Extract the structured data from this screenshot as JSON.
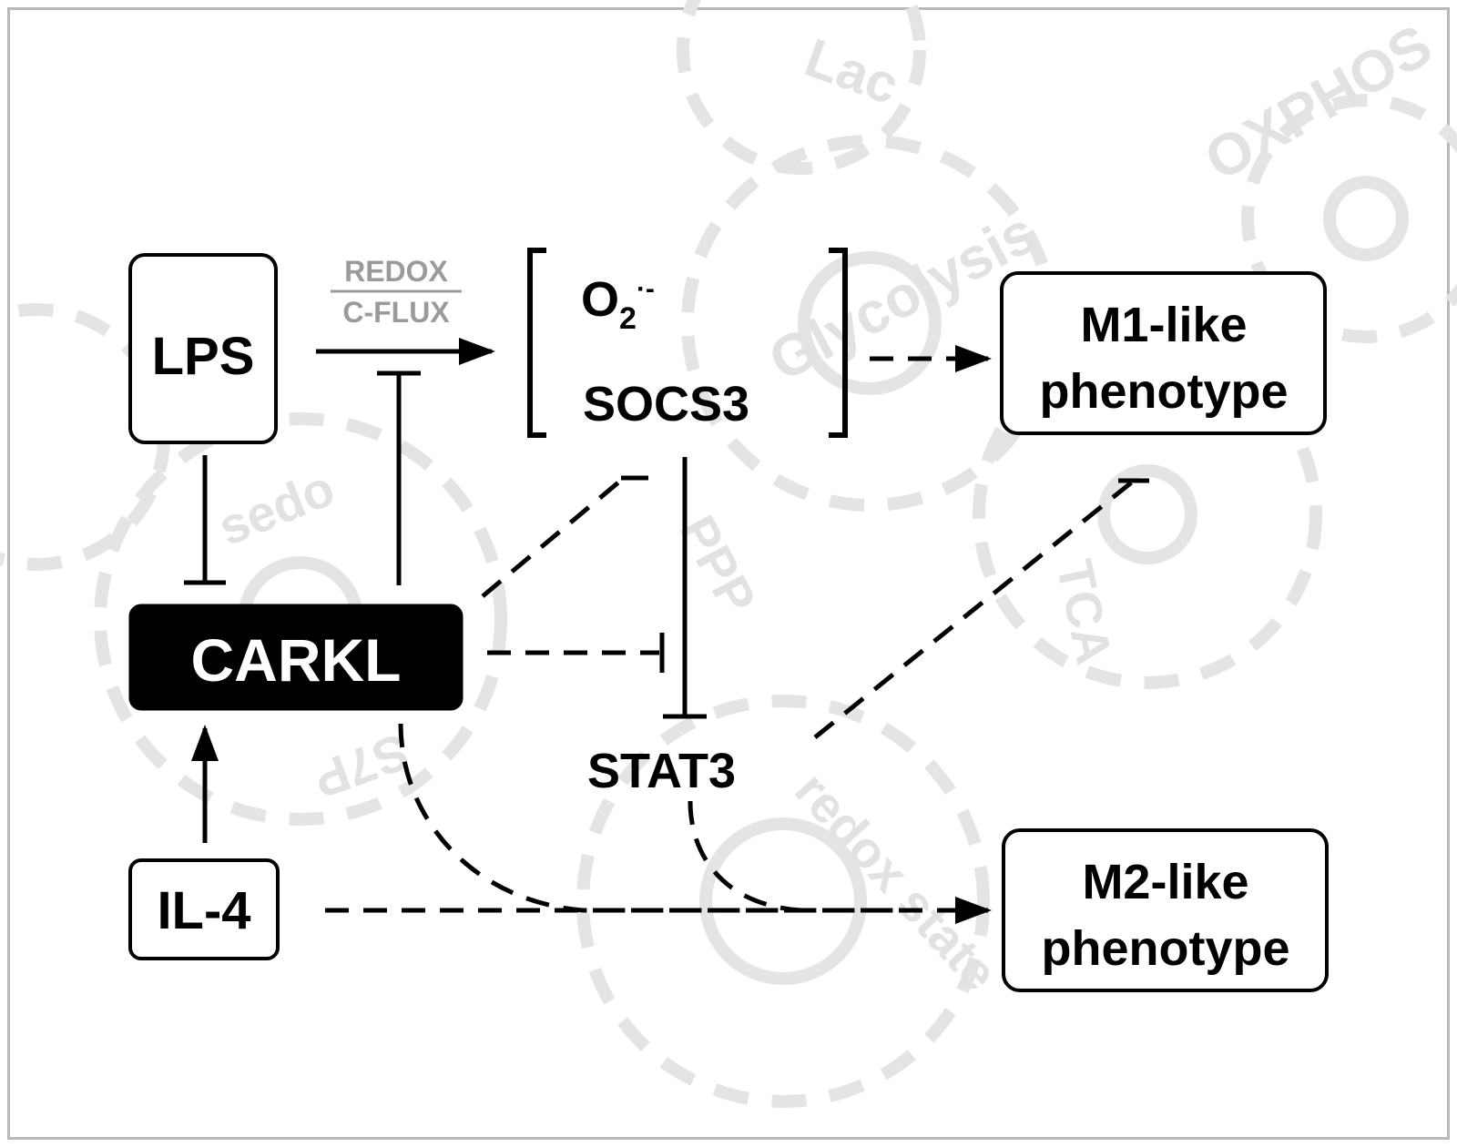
{
  "nodes": {
    "lps": "LPS",
    "carkl": "CARKL",
    "il4": "IL-4",
    "o2": "O",
    "o2_sub": "2",
    "o2_sup": "·-",
    "socs3": "SOCS3",
    "stat3": "STAT3",
    "m1_line1": "M1-like",
    "m1_line2": "phenotype",
    "m2_line1": "M2-like",
    "m2_line2": "phenotype"
  },
  "edge_labels": {
    "redox": "REDOX",
    "cflux": "C-FLUX"
  },
  "watermark": {
    "glycolysis": "Glycolysis",
    "oxphos": "OXPHOS",
    "ppp": "PPP",
    "tca": "TCA",
    "sedo": "sedo",
    "s7p": "S7P",
    "redox_state": "redox state",
    "lac": "Lac"
  },
  "colors": {
    "ink": "#000000",
    "watermark": "#e2e2e2",
    "flux_label": "#9b9b9b",
    "frame": "#b9b9b9"
  }
}
